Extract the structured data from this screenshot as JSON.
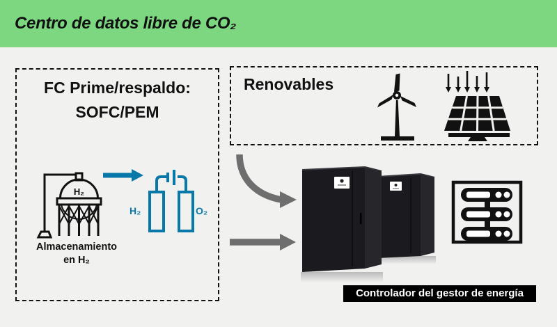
{
  "colors": {
    "header_bg": "#7DD781",
    "page_bg": "#F1F1F0",
    "accent_blue": "#0878A8",
    "arrow_gray": "#6E6E6E",
    "icon_black": "#111111",
    "controller_bg": "#000000",
    "controller_text": "#FFFFFF"
  },
  "header": {
    "title": "Centro de datos libre de CO₂"
  },
  "fuel_cell_box": {
    "title_line1": "FC Prime/respaldo:",
    "title_line2": "SOFC/PEM",
    "tank_label": "H₂",
    "storage_caption_line1": "Almacenamiento",
    "storage_caption_line2": "en H₂",
    "h2_label": "H₂",
    "o2_label": "O₂",
    "icons": {
      "h2-storage-tank-icon": "domed hydrogen storage tank with supply pipe",
      "flow-arrow-icon": "blue right arrow",
      "fuel-cell-stack-icon": "two connected electrolyser cylinders"
    }
  },
  "renewables_box": {
    "title": "Renovables",
    "icons": {
      "wind-turbine-icon": "three-blade wind turbine",
      "solar-panel-icon": "solar panel with five incoming sun arrows"
    }
  },
  "data_center": {
    "icons": {
      "power-flow-curved-arrow-icon": "gray curved arrow from renewables to cabinets",
      "power-flow-straight-arrow-icon": "gray straight arrow from fuel cells to cabinets",
      "ups-cabinet-front-icon": "large black UPS cabinet with display",
      "ups-cabinet-rear-icon": "smaller black UPS cabinet with display",
      "server-rack-icon": "rack outline with three server units"
    },
    "controller_label": "Controlador del gestor de energía"
  }
}
